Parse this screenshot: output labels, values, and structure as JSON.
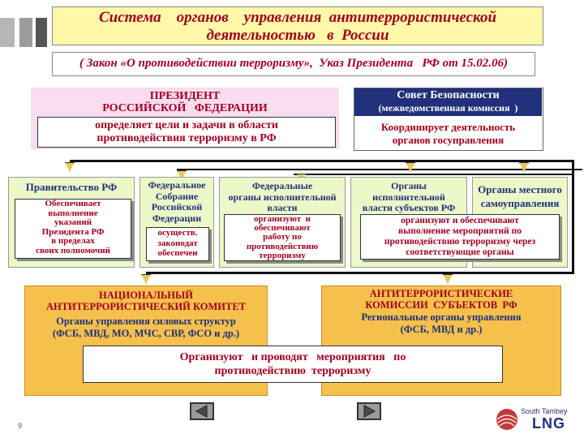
{
  "header": {
    "title_line1": "Система    органов    управления  антитеррористической",
    "title_line2": "деятельностью   в  России",
    "law": "( Закон «О противодействии терроризму»,  Указ Президента   РФ от 15.02.06)"
  },
  "president": {
    "title_line1": "ПРЕЗИДЕНТ",
    "title_line2": "РОССИЙСКОЙ   ФЕДЕРАЦИИ",
    "desc_line1": "определяет цели и задачи в области",
    "desc_line2": "противодействия терроризму в РФ"
  },
  "council": {
    "title": "Совет Безопасности",
    "subtitle": "(межведомственная комиссия  )",
    "desc_line1": "Координирует деятельность",
    "desc_line2": "органов госуправления"
  },
  "government": {
    "title": "Правительство РФ",
    "desc": [
      "Обеспечивает",
      "выполнение",
      "указаний",
      "Президента РФ",
      "в пределах",
      "своих полномочий"
    ]
  },
  "assembly": {
    "title": [
      "Федеральное",
      "Собрание",
      "Российской",
      "Федерации"
    ],
    "desc": [
      "осуществ.",
      "законодат",
      "обеспечен"
    ]
  },
  "federal_exec": {
    "title": [
      "Федеральные",
      "органы исполнительной",
      "власти"
    ],
    "desc": [
      "организуют  и",
      "обеспечивают",
      "работу по",
      "противодействию",
      "терроризму"
    ]
  },
  "regional_exec": {
    "title": [
      "Органы",
      "исполнительной",
      "власти субъектов РФ"
    ],
    "desc": [
      "организуют и обеспечивают",
      "выполнение мероприятий по",
      "противодействию терроризму через",
      "соответствующие органы"
    ]
  },
  "local": {
    "title": [
      "Органы местного",
      "самоуправления"
    ]
  },
  "nak": {
    "title_line1": "НАЦИОНАЛЬНЫЙ",
    "title_line2": "АНТИТЕРРОРИСТИЧЕСКИЙ КОМИТЕТ",
    "desc_line1": "Органы управления силовых структур",
    "desc_line2": "(ФСБ, МВД, МО, МЧС, СВР, ФСО и др.)"
  },
  "commissions": {
    "title_line1": "АНТИТЕРРОРИСТИЧЕСКИЕ",
    "title_line2": "КОМИССИИ  СУБЪЕКТОВ  РФ",
    "desc_line1": "Региональные органы управления",
    "desc_line2": "(ФСБ, МВД и др.)"
  },
  "bottom": {
    "line1": "Организуют   и проводят   мероприятия   по",
    "line2": "противодействию  терроризму"
  },
  "footer": {
    "page_number": "9",
    "logo_line1": "South Tambey",
    "logo_line2": "LNG"
  },
  "colors": {
    "title": "#a0001f",
    "orange": "#f6c04d",
    "pink": "#f8dcf0",
    "green": "#ecf8c8",
    "navy": "#20307a"
  },
  "icons": [
    "back-arrow-icon",
    "forward-arrow-icon",
    "south-tambey-lng-logo"
  ]
}
